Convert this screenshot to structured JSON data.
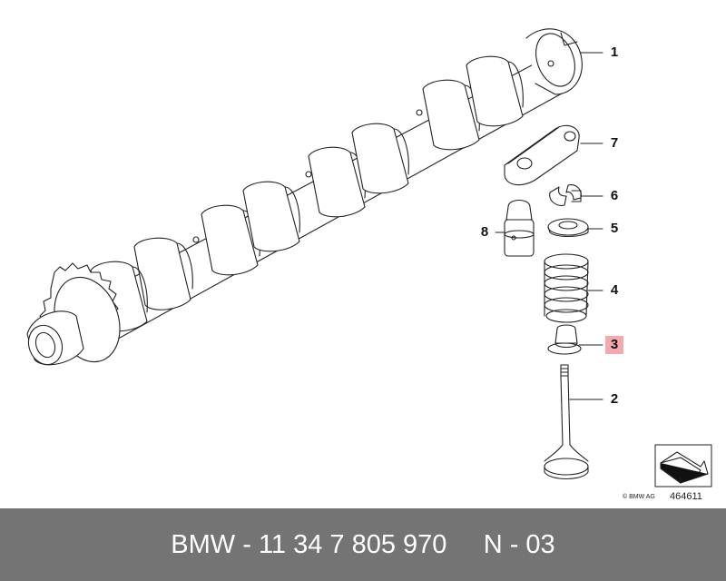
{
  "diagram": {
    "callouts": [
      {
        "number": "1",
        "part": "camshaft"
      },
      {
        "number": "2",
        "part": "valve"
      },
      {
        "number": "3",
        "part": "valve-stem-seal",
        "highlighted": true
      },
      {
        "number": "4",
        "part": "valve-spring"
      },
      {
        "number": "5",
        "part": "spring-retainer"
      },
      {
        "number": "6",
        "part": "valve-collets"
      },
      {
        "number": "7",
        "part": "rocker-arm"
      },
      {
        "number": "8",
        "part": "hydraulic-lifter"
      }
    ],
    "copyright": "© BMW AG",
    "reference_number": "464611",
    "orientation_icon": "direction-arrow-icon"
  },
  "footer": {
    "part_number": "BMW - 11 34 7 805 970     N - 03"
  },
  "colors": {
    "line": "#222222",
    "highlight": "#f4a9ad",
    "footer_background": "#747474",
    "footer_text": "#ffffff"
  }
}
